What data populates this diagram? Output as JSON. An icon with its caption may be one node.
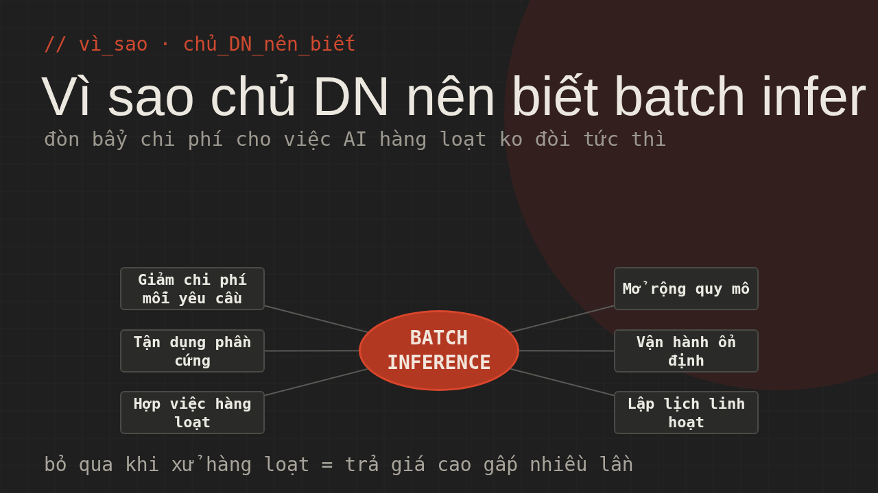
{
  "diagram": {
    "title": "Vì sao chủ DN nên biết batch infer",
    "nodes": [
      {
        "text": [
          "Giảm chi phí mỗi yêu cầu"
        ]
      },
      {
        "text": [
          "Mở rộng quy mô"
        ]
      },
      {
        "text": [
          "Tận dụng phần cứng"
        ]
      },
      {
        "text": [
          "BATCH INFERENCE"
        ]
      },
      {
        "text": [
          "Vận hành ổn định"
        ]
      },
      {
        "text": [
          "Hợp việc hàng loạt"
        ]
      },
      {
        "text": [
          "Lập lịch linh hoạt"
        ]
      }
    ],
    "edges": [
      {
        "from": 3,
        "to": 0,
        "arrow": "none"
      },
      {
        "from": 3,
        "to": 2,
        "arrow": "none"
      },
      {
        "from": 3,
        "to": 5,
        "arrow": "none"
      },
      {
        "from": 3,
        "to": 1,
        "arrow": "none"
      },
      {
        "from": 3,
        "to": 4,
        "arrow": "none"
      },
      {
        "from": 3,
        "to": 6,
        "arrow": "none"
      }
    ],
    "labels": [
      "// vì_sao · chủ_DN_nên_biết",
      "đòn bẩy chi phí cho việc AI hàng loạt ko đòi tức thì",
      "bỏ qua khi xử hàng loạt = trả giá cao gấp nhiều lần"
    ]
  }
}
